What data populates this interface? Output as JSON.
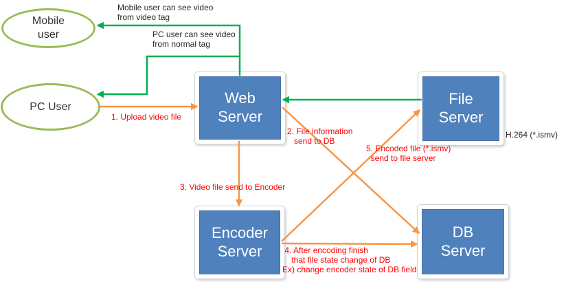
{
  "colors": {
    "node-blue": "#4f81bd",
    "ellipse-green": "#9bbb59",
    "arrow-green": "#00b050",
    "arrow-orange": "#f79646",
    "label-red": "#ff0000",
    "text-dark": "#262626",
    "box-text": "#ffffff"
  },
  "nodes": {
    "mobile_user": {
      "label": "Mobile\nuser"
    },
    "pc_user": {
      "label": "PC User"
    },
    "web_server": {
      "label": "Web\nServer"
    },
    "file_server": {
      "label": "File\nServer"
    },
    "encoder_server": {
      "label": "Encoder\nServer"
    },
    "db_server": {
      "label": "DB\nServer"
    }
  },
  "flow_labels": {
    "mobile_view": "Mobile user can see video\nfrom video tag",
    "pc_view": "PC user can see video\nfrom normal tag"
  },
  "steps": {
    "s1": "1. Upload video file",
    "s2": "2. File information\n   send to DB",
    "s3": "3. Video file send to Encoder",
    "s4": " 4. After encoding finish\n    that file state change of DB\nEx) change encoder state of DB field",
    "s5": "5. Encoded file (*.ismv)\n  send to file server"
  },
  "annotations": {
    "codec": "H.264 (*.ismv)"
  }
}
